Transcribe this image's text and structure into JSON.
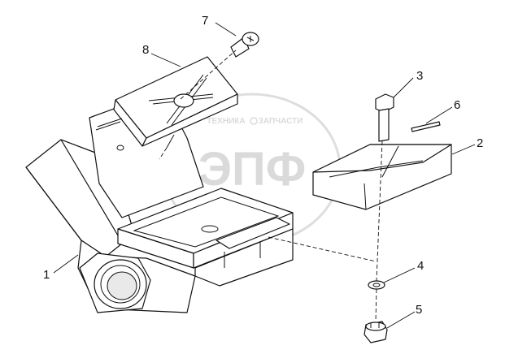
{
  "watermark": {
    "brand_letters": "ЭПФ",
    "subtitle_left": "ТЕХНИКА",
    "subtitle_right": "ЗАПЧАСТИ"
  },
  "callouts": [
    {
      "id": "1",
      "label": "1"
    },
    {
      "id": "2",
      "label": "2"
    },
    {
      "id": "3",
      "label": "3"
    },
    {
      "id": "4",
      "label": "4"
    },
    {
      "id": "5",
      "label": "5"
    },
    {
      "id": "6",
      "label": "6"
    },
    {
      "id": "7",
      "label": "7"
    },
    {
      "id": "8",
      "label": "8"
    }
  ]
}
